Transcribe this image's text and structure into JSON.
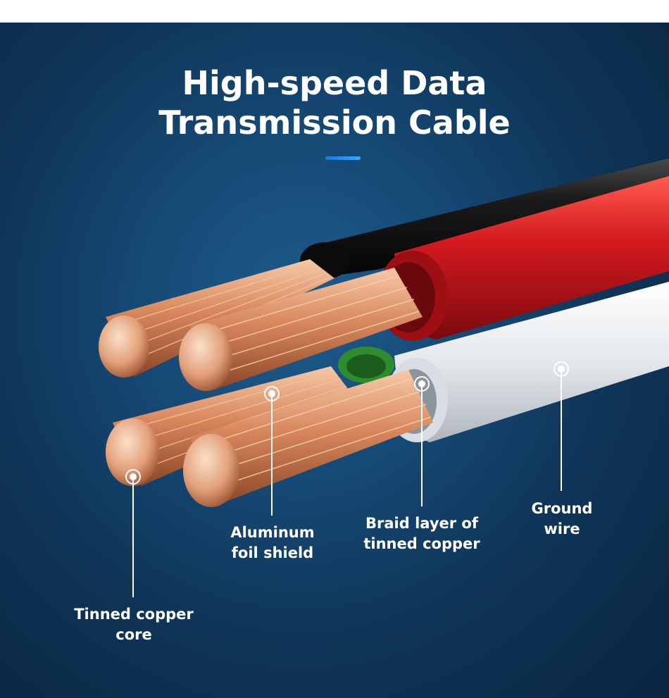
{
  "title": {
    "line1": "High-speed Data",
    "line2": "Transmission Cable"
  },
  "colors": {
    "background": "#0f3558",
    "accent": "#2a8ff0",
    "copper": "#d98a62",
    "red_insulation": "#c8161c",
    "black_insulation": "#151515",
    "white_insulation": "#e9edf0",
    "green_insulation": "#2e8b2e"
  },
  "callouts": [
    {
      "line1": "Tinned copper",
      "line2": "core"
    },
    {
      "line1": "Aluminum",
      "line2": "foil shield"
    },
    {
      "line1": "Braid layer of",
      "line2": "tinned copper"
    },
    {
      "line1": "Ground",
      "line2": "wire"
    }
  ]
}
